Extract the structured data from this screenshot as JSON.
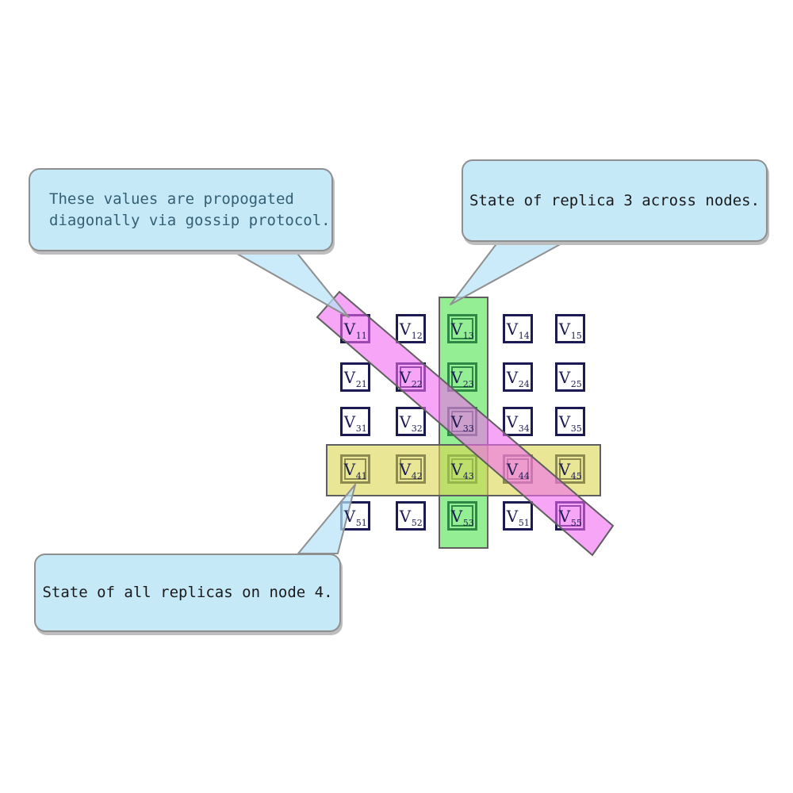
{
  "diagram": {
    "description": "5x5 replica-state matrix with column, row and diagonal highlight bands",
    "matrix": {
      "symbol": "V",
      "rows": [
        {
          "cells": [
            {
              "sub": "11",
              "highlighted": false
            },
            {
              "sub": "12",
              "highlighted": false
            },
            {
              "sub": "13",
              "highlighted": true
            },
            {
              "sub": "14",
              "highlighted": false
            },
            {
              "sub": "15",
              "highlighted": false
            }
          ]
        },
        {
          "cells": [
            {
              "sub": "21",
              "highlighted": false
            },
            {
              "sub": "22",
              "highlighted": true
            },
            {
              "sub": "23",
              "highlighted": true
            },
            {
              "sub": "24",
              "highlighted": false
            },
            {
              "sub": "25",
              "highlighted": false
            }
          ]
        },
        {
          "cells": [
            {
              "sub": "31",
              "highlighted": false
            },
            {
              "sub": "32",
              "highlighted": false
            },
            {
              "sub": "33",
              "highlighted": true
            },
            {
              "sub": "34",
              "highlighted": false
            },
            {
              "sub": "35",
              "highlighted": false
            }
          ]
        },
        {
          "cells": [
            {
              "sub": "41",
              "highlighted": true
            },
            {
              "sub": "42",
              "highlighted": true
            },
            {
              "sub": "43",
              "highlighted": true
            },
            {
              "sub": "44",
              "highlighted": true
            },
            {
              "sub": "45",
              "highlighted": true
            }
          ]
        },
        {
          "cells": [
            {
              "sub": "51",
              "highlighted": false
            },
            {
              "sub": "52",
              "highlighted": false
            },
            {
              "sub": "53",
              "highlighted": true
            },
            {
              "sub": "51",
              "highlighted": false
            },
            {
              "sub": "55",
              "highlighted": true
            }
          ]
        }
      ]
    },
    "callouts": [
      {
        "name": "gossip-diagonal-callout",
        "text": "These values are propogated\ndiagonally via gossip protocol.",
        "text_color": "#336073",
        "points_to": "diagonal band at V11"
      },
      {
        "name": "replica-3-column-callout",
        "text": "State of replica 3 across nodes.",
        "text_color": "#1a1a1a",
        "points_to": "green column at V13"
      },
      {
        "name": "node-4-row-callout",
        "text": "State of all replicas on node 4.",
        "text_color": "#1a1a1a",
        "points_to": "yellow row at V41"
      }
    ],
    "highlights": [
      {
        "name": "replica-3-column",
        "shape": "vertical-band",
        "color": "#3ce13c"
      },
      {
        "name": "node-4-row",
        "shape": "horizontal-band",
        "color": "#dad650"
      },
      {
        "name": "gossip-diagonal",
        "shape": "diagonal-band",
        "color": "#f269f2"
      }
    ],
    "colors": {
      "background": "#ffffff",
      "cell_border": "#1b1b52",
      "cell_text": "#1b1b52",
      "band_border": "#5f5f5f",
      "callout_fill": "#c6e9f8",
      "callout_border": "#8f8f8f",
      "callout_shadow": "#bdbdbd"
    }
  }
}
